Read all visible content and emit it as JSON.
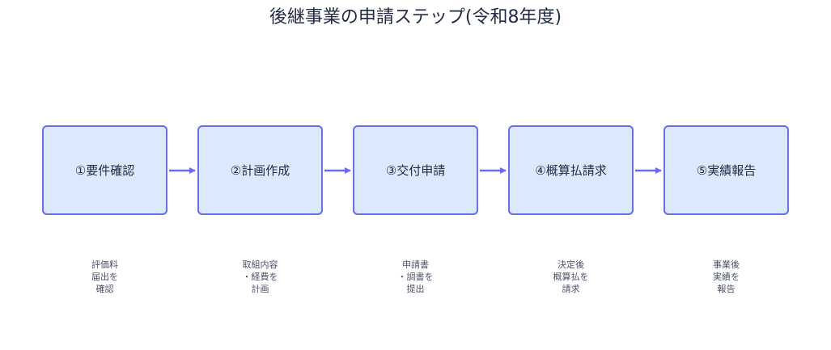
{
  "title": "後継事業の申請ステップ(令和8年度)",
  "steps": [
    {
      "label": "①要件確認",
      "note": [
        "評価料",
        "届出を",
        "確認"
      ]
    },
    {
      "label": "②計画作成",
      "note": [
        "取組内容",
        "・経費を",
        "計画"
      ]
    },
    {
      "label": "③交付申請",
      "note": [
        "申請書",
        "・調書を",
        "提出"
      ]
    },
    {
      "label": "④概算払請求",
      "note": [
        "決定後",
        "概算払を",
        "請求"
      ]
    },
    {
      "label": "⑤実績報告",
      "note": [
        "事業後",
        "実績を",
        "報告"
      ]
    }
  ],
  "colors": {
    "box_fill": "#dbe8fd",
    "box_border": "#6a6ee8",
    "arrow": "#6a6ee8"
  }
}
